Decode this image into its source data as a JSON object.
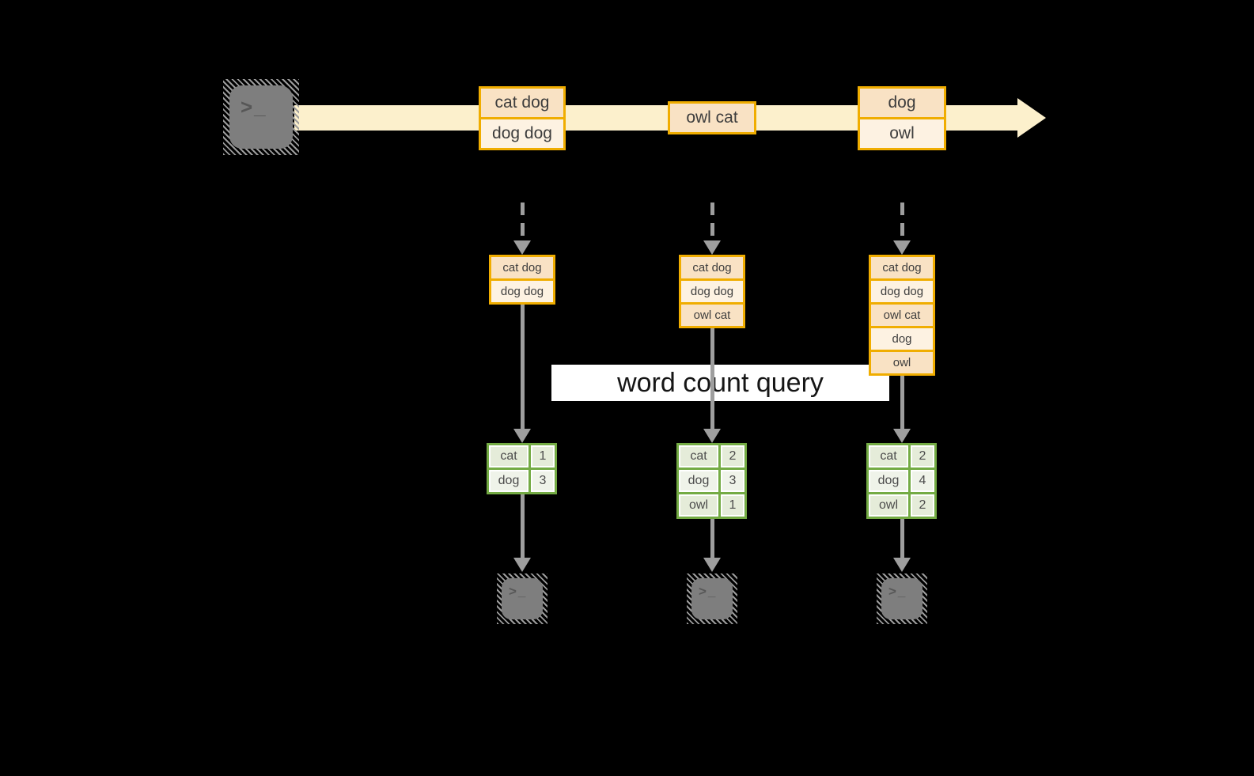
{
  "diagram": {
    "query_label": "word count query",
    "terminal_glyph": ">_",
    "stream_events": [
      {
        "rows": [
          "cat dog",
          "dog dog"
        ]
      },
      {
        "rows": [
          "owl cat"
        ]
      },
      {
        "rows": [
          "dog",
          "owl"
        ]
      }
    ],
    "state_buffers": [
      {
        "rows": [
          "cat dog",
          "dog dog"
        ]
      },
      {
        "rows": [
          "cat dog",
          "dog dog",
          "owl cat"
        ]
      },
      {
        "rows": [
          "cat dog",
          "dog dog",
          "owl cat",
          "dog",
          "owl"
        ]
      }
    ],
    "count_tables": [
      {
        "rows": [
          {
            "word": "cat",
            "count": "1"
          },
          {
            "word": "dog",
            "count": "3"
          }
        ]
      },
      {
        "rows": [
          {
            "word": "cat",
            "count": "2"
          },
          {
            "word": "dog",
            "count": "3"
          },
          {
            "word": "owl",
            "count": "1"
          }
        ]
      },
      {
        "rows": [
          {
            "word": "cat",
            "count": "2"
          },
          {
            "word": "dog",
            "count": "4"
          },
          {
            "word": "owl",
            "count": "2"
          }
        ]
      }
    ],
    "colors": {
      "background": "#000000",
      "stream_fill": "#fcf0cc",
      "box_border": "#f0ad00",
      "row_peach": "#f9e2c4",
      "row_cream": "#fdf2e2",
      "table_border": "#74ab44",
      "cell_green_dark": "#e5ecd9",
      "cell_green_light": "#eff3e9",
      "arrow_gray": "#9e9e9e",
      "terminal_gray": "#7e7e7e",
      "query_band": "#ffffff"
    }
  }
}
